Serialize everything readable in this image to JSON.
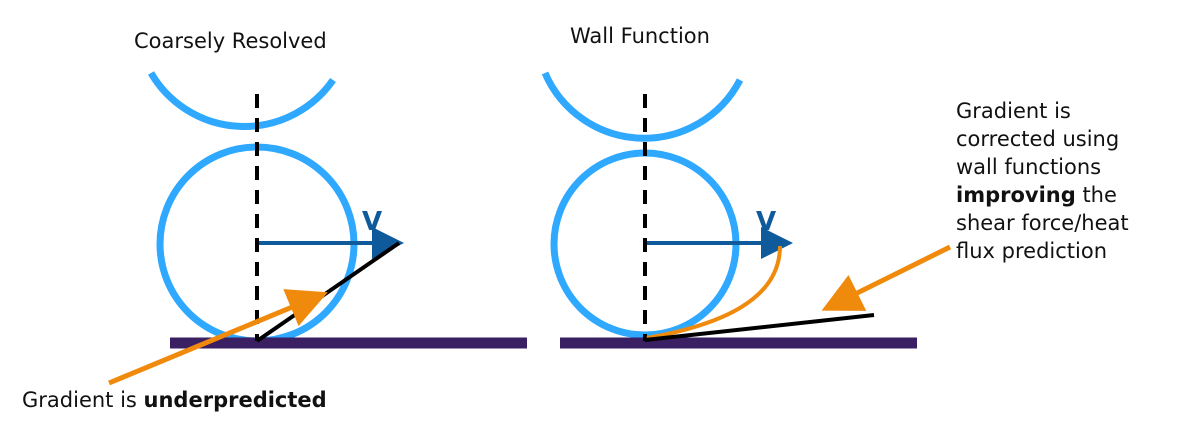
{
  "colors": {
    "circle": "#2FA8FF",
    "wall": "#3A1F63",
    "velocity": "#0F5A9A",
    "gradient_arrow": "#F08A0C",
    "line": "#000000"
  },
  "panels": [
    {
      "title": "Coarsely Resolved",
      "velocity_label": "V"
    },
    {
      "title": "Wall Function",
      "velocity_label": "V"
    }
  ],
  "annotations": {
    "left": {
      "prefix": "Gradient is ",
      "bold": "underpredicted"
    },
    "right": {
      "line1": "Gradient is",
      "line2": "corrected using",
      "line3": "wall functions",
      "line4_bold": "improving",
      "line4_rest": " the",
      "line5": "shear force/heat",
      "line6": "flux prediction"
    }
  }
}
